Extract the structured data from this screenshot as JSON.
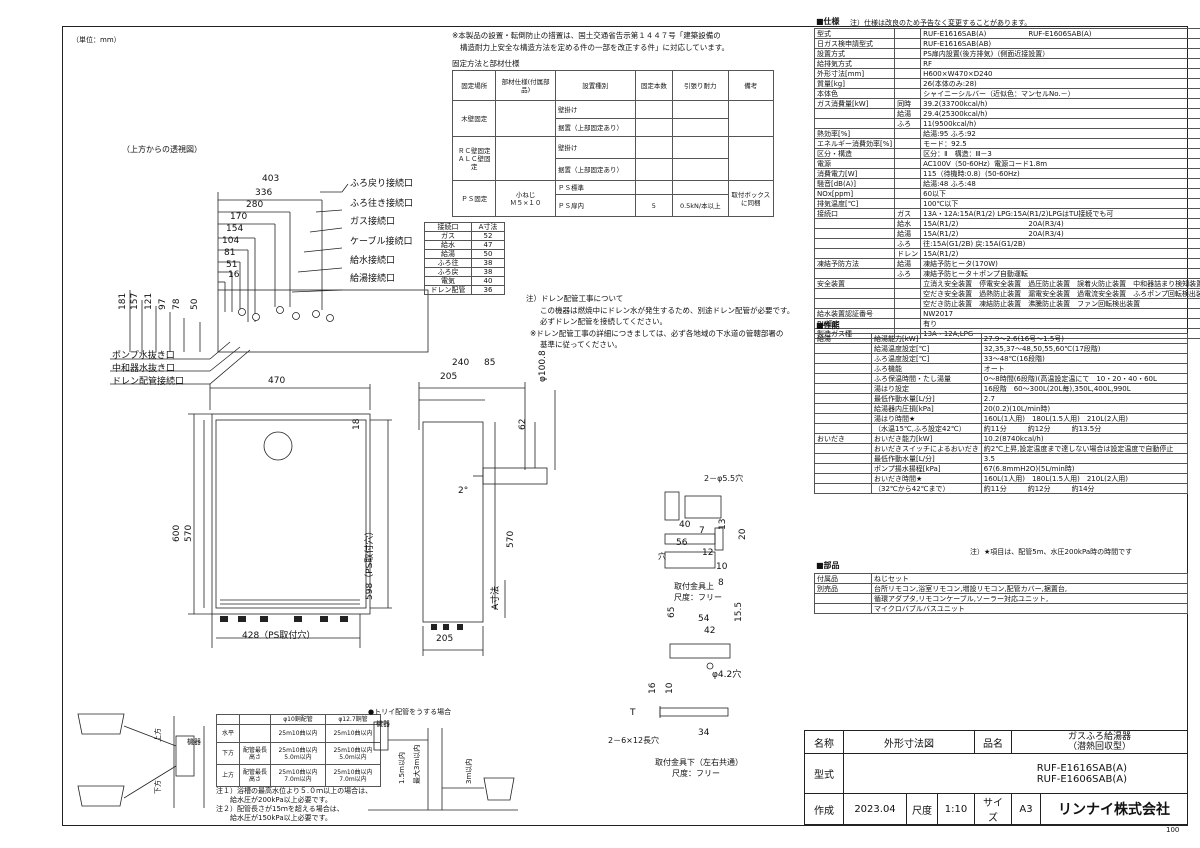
{
  "unit_note": "（単位：mm）",
  "top_note": {
    "line1": "※本製品の設置・転倒防止の措置は、国土交通省告示第１４４７号「建築設備の",
    "line2": "構造耐力上安全な構造方法を定める件の一部を改正する件」に対応しています。"
  },
  "fixing": {
    "title": "固定方法と部材仕様",
    "headers": [
      "固定場所",
      "部材仕様(付属部品)",
      "設置種別",
      "固定本数",
      "引張り耐力",
      "備考"
    ],
    "rows": [
      {
        "place": "木壁固定",
        "types": [
          "壁掛け",
          "据置（上部固定あり）"
        ]
      },
      {
        "place": "ＲＣ壁固定\nＡＬＣ壁固定",
        "types": [
          "壁掛け",
          "据置（上部固定あり）"
        ]
      },
      {
        "place": "ＰＳ固定",
        "part": "小ねじ\nＭ５×１０",
        "types": [
          "ＰＳ標準",
          "ＰＳ扉内"
        ],
        "count": "5",
        "strength": "0.5kN/本以上",
        "remark": "取付ボックス\nに同梱"
      }
    ]
  },
  "view_label": "（上方からの透視図）",
  "top_dims": [
    "403",
    "336",
    "280",
    "170",
    "154",
    "104",
    "81",
    "51",
    "16"
  ],
  "left_dims": [
    "181",
    "157",
    "121",
    "97",
    "78",
    "50"
  ],
  "connection_labels": [
    "ふろ戻り接続口",
    "ふろ往き接続口",
    "ガス接続口",
    "ケーブル接続口",
    "給水接続口",
    "給湯接続口"
  ],
  "bottom_labels": [
    "ポンプ水抜き口",
    "中和器水抜き口",
    "ドレン配管接続口"
  ],
  "conn_table": {
    "headers": [
      "接続口",
      "A寸法"
    ],
    "rows": [
      [
        "ガス",
        "52"
      ],
      [
        "給水",
        "47"
      ],
      [
        "給湯",
        "50"
      ],
      [
        "ふろ往",
        "38"
      ],
      [
        "ふろ戻",
        "38"
      ],
      [
        "電気",
        "40"
      ],
      [
        "ドレン配管",
        "36"
      ]
    ]
  },
  "drain_note": [
    "注）ドレン配管工事について",
    "この機器は燃焼中にドレン水が発生するため、別途ドレン配管が必要です。",
    "必ずドレン配管を接続してください。",
    "※ドレン配管工事の詳細につきましては、必ず各地域の下水道の管轄部署の",
    "基準に従ってください。"
  ],
  "front_dims": {
    "w": "470",
    "h": "600",
    "h2": "570",
    "w2": "428（PS取付穴）",
    "top18": "18",
    "side": "598（PS取付穴）"
  },
  "side_dims": {
    "a": "240",
    "b": "85",
    "c": "205",
    "d": "205",
    "pipe": "φ100.8",
    "p62": "62",
    "deg": "2°",
    "h": "570",
    "asun": "A寸法"
  },
  "bracket1": {
    "hole": "2－φ5.5穴",
    "d40": "40",
    "d7": "7",
    "d13": "13",
    "d56": "56",
    "d12": "12",
    "d20": "20",
    "d10": "10",
    "d8": "8",
    "hole_lbl": "穴",
    "caption": "取付金具上",
    "scale": "尺度：フリー"
  },
  "bracket2": {
    "d65": "65",
    "d54": "54",
    "d42": "42",
    "d155": "15.5",
    "hole": "φ4.2穴",
    "d16": "16",
    "d10": "10",
    "slot": "2－6×12長穴",
    "d34": "34",
    "t": "T",
    "caption": "取付金具下（左右共通）",
    "scale": "尺度：フリー"
  },
  "pipe_table": {
    "headers": [
      "",
      "",
      "φ10銅配管",
      "φ12.7銅管"
    ],
    "rows": [
      [
        "水平",
        "",
        "25m10曲以内",
        "25m10曲以内"
      ],
      [
        "下方",
        "配管最長\n高さ",
        "25m10曲以内\n5.0m以内",
        "25m10曲以内\n5.0m以内"
      ],
      [
        "上方",
        "配管最長\n高さ",
        "25m10曲以内\n7.0m以内",
        "25m10曲以内\n7.0m以内"
      ]
    ],
    "notes": [
      "注１）浴槽の最高水位より５.０ｍ以上の場合は、",
      "　　給水圧が200kPa以上必要です。",
      "注２）配管長さが15ｍを超える場合は、",
      "　　給水圧が150kPa以上必要です。"
    ]
  },
  "sketch": {
    "tori": "●トリイ配管をうする場合",
    "kiki": "機器",
    "up": "上方",
    "down": "下方",
    "kiki2": "機器",
    "hmax": "最大3m以内",
    "h15": "1.5m以内",
    "h3": "3m以内"
  },
  "spec": {
    "header": "■仕様",
    "header_note": "注）仕様は改良のため予告なく変更することがあります。",
    "rows": [
      [
        "型式",
        "",
        "RUF-E1616SAB(A)　　　　　　RUF-E1606SAB(A)"
      ],
      [
        "日ガス検申請型式",
        "",
        "RUF-E1616SAB(AB)"
      ],
      [
        "設置方式",
        "",
        "PS扉内設置(後方排気)（側面近接設置）"
      ],
      [
        "給排気方式",
        "",
        "RF"
      ],
      [
        "外形寸法[mm]",
        "",
        "H600×W470×D240"
      ],
      [
        "質量[kg]",
        "",
        "26(本体のみ:28)"
      ],
      [
        "本体色",
        "",
        "シャイニーシルバー（近似色：マンセルNo.－）"
      ],
      [
        "ガス消費量[kW]",
        "同時",
        "39.2(33700kcal/h)"
      ],
      [
        "",
        "給湯",
        "29.4(25300kcal/h)"
      ],
      [
        "",
        "ふろ",
        "11(9500kcal/h)"
      ],
      [
        "熱効率[%]",
        "",
        "給湯:95 ふろ:92"
      ],
      [
        "エネルギー消費効率[%]",
        "",
        "モード：92.5"
      ],
      [
        "区分・構造",
        "",
        "区分：Ⅱ　構造：Ⅲ－3"
      ],
      [
        "電源",
        "",
        "AC100V（50-60Hz）電源コード1.8m"
      ],
      [
        "消費電力[W]",
        "",
        "115（待機時:0.8）(50-60Hz)"
      ],
      [
        "騒音[dB(A)]",
        "",
        "給湯:48 ふろ:48"
      ],
      [
        "NOx[ppm]",
        "",
        "60以下"
      ],
      [
        "排気温度[℃]",
        "",
        "100℃以下"
      ],
      [
        "接続口",
        "ガス",
        "13A・12A:15A(R1/2) LPG:15A(R1/2)LPGはTU接続でも可"
      ],
      [
        "",
        "給水",
        "15A(R1/2)　　　　　　　　　　20A(R3/4)"
      ],
      [
        "",
        "給湯",
        "15A(R1/2)　　　　　　　　　　20A(R3/4)"
      ],
      [
        "",
        "ふろ",
        "往:15A(G1/2B) 戻:15A(G1/2B)"
      ],
      [
        "",
        "ドレン",
        "15A(R1/2)"
      ],
      [
        "凍結予防方法",
        "給湯",
        "凍結予防ヒータ(170W)"
      ],
      [
        "",
        "ふろ",
        "凍結予防ヒータ＋ポンプ自動運転"
      ],
      [
        "安全装置",
        "",
        "立消え安全装置　停電安全装置　過圧防止装置　誤着火防止装置　中和器詰まり検知装置"
      ],
      [
        "",
        "",
        "空だき安全装置　過熱防止装置　漏電安全装置　過電流安全装置　ふろポンプ回転検出装置"
      ],
      [
        "",
        "",
        "空だき防止装置　凍結防止装置　沸騰防止装置　ファン回転検出装置"
      ],
      [
        "給水装置認証番号",
        "",
        "NW2017"
      ],
      [
        "BL認定",
        "",
        "有り"
      ],
      [
        "製造ガス種",
        "",
        "13A・12A,LPG"
      ]
    ],
    "perf_header": "■性能",
    "perf": [
      [
        "給湯",
        "給湯能力[kW]",
        "27.9～2.6(16号～1.5号)"
      ],
      [
        "",
        "給湯温度設定[℃]",
        "32,35,37～48,50,55,60℃(17段階)"
      ],
      [
        "",
        "ふろ温度設定[℃]",
        "33～48℃(16段階)"
      ],
      [
        "",
        "ふろ機能",
        "オート"
      ],
      [
        "",
        "ふろ保温時間・たし湯量",
        "0～8時間(6段階)(高温設定温にて　10・20・40・60L"
      ],
      [
        "",
        "湯はり設定",
        "16段階　60～300L(20L毎),350L,400L,990L"
      ],
      [
        "",
        "最低作動水量[L/分]",
        "2.7"
      ],
      [
        "",
        "給湯器内圧損[kPa]",
        "20(0.2)(10L/min時)"
      ],
      [
        "",
        "湯はり時間★",
        "160L(1人用)　180L(1.5人用)　210L(2人用)"
      ],
      [
        "",
        "（水温15℃,ふろ設定42℃）",
        "約11分　　　約12分　　　約13.5分"
      ],
      [
        "おいだき",
        "おいだき能力[kW]",
        "10.2(8740kcal/h)"
      ],
      [
        "",
        "おいだきスイッチによるおいだき",
        "約2℃上昇,設定温度まで達しない場合は設定温度で自動停止"
      ],
      [
        "",
        "最低作動水量[L/分]",
        "3.5"
      ],
      [
        "",
        "ポンプ揚水揚程[kPa]",
        "67(6.8mmH2O)(5L/min時)"
      ],
      [
        "",
        "おいだき時間★",
        "160L(1人用)　180L(1.5人用)　210L(2人用)"
      ],
      [
        "",
        "（32℃から42℃まで）",
        "約11分　　　約12分　　　約14分"
      ]
    ],
    "perf_note": "注）★項目は、配管5m、水圧200kPa時の時間です",
    "parts_header": "■部品",
    "parts": [
      [
        "付属品",
        "ねじセット"
      ],
      [
        "別売品",
        "台所リモコン,浴室リモコン,増設リモコン,配管カバー,据置台,"
      ],
      [
        "",
        "循環アダプタ,リモコンケーブル,ソーラー対応ユニット,"
      ],
      [
        "",
        "マイクロバブルバスユニット"
      ]
    ]
  },
  "title_block": {
    "name_label": "名称",
    "name": "外形寸法図",
    "product_label": "品名",
    "product": "ガスふろ給湯器\n（潜熱回収型）",
    "model_label": "型式",
    "model1": "RUF-E1616SAB(A)",
    "model2": "RUF-E1606SAB(A)",
    "made_label": "作成",
    "date": "2023.04",
    "scale_label": "尺度",
    "scale": "1:10",
    "size_label": "サイズ",
    "size": "A3",
    "company": "リンナイ株式会社"
  },
  "page_no": "100"
}
